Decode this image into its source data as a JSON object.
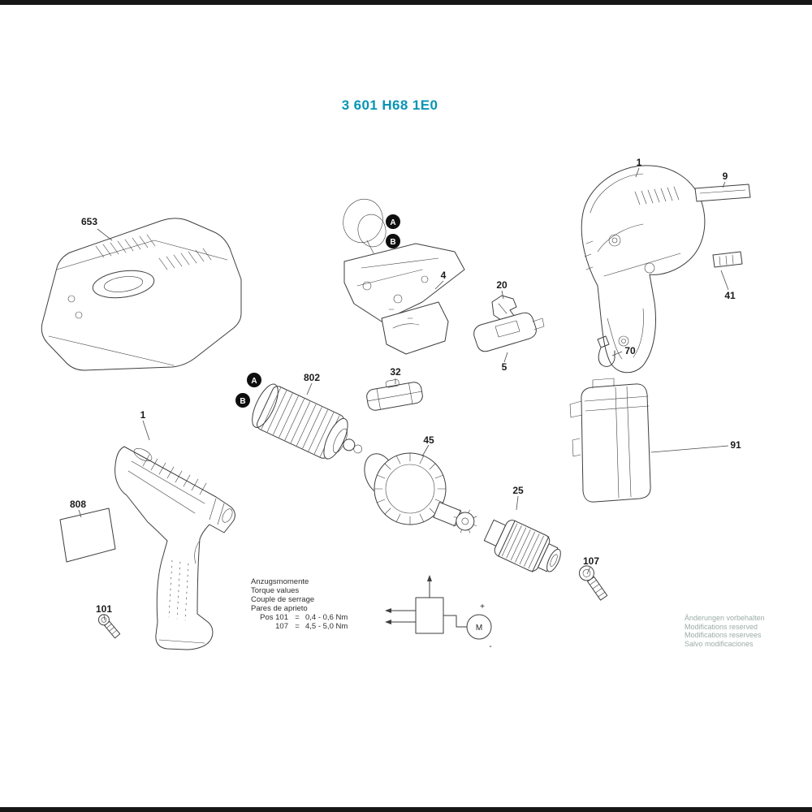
{
  "title": "3 601 H68 1E0",
  "parts": {
    "charger": "653",
    "housing_shell": "1",
    "info_label": "9",
    "type_plate": "41",
    "belt_hook": "70",
    "battery_pack": "91",
    "switch_assembly": "4",
    "spring_clip": "20",
    "slide_switch": "5",
    "contact_plate": "32",
    "motor": "802",
    "gear_train": "45",
    "drill_chuck": "25",
    "chuck_screw": "107",
    "drill_housing": "1",
    "warning_label": "808",
    "housing_screw": "101"
  },
  "callouts": {
    "a": "A",
    "b": "B"
  },
  "torque_table": {
    "heading_de": "Anzugsmomente",
    "heading_en": "Torque values",
    "heading_fr": "Couple de serrage",
    "heading_es": "Pares de aprieto",
    "rows": [
      {
        "pos": "Pos 101",
        "eq": "=",
        "value": "0,4 - 0,6 Nm"
      },
      {
        "pos": "107",
        "eq": "=",
        "value": "4,5 - 5,0 Nm"
      }
    ]
  },
  "schematic": {
    "motor_label": "M",
    "plus": "+",
    "minus": "-"
  },
  "footer_notice": {
    "de": "Änderungen vorbehalten",
    "en": "Modifications reserved",
    "fr": "Modifications reservees",
    "es": "Salvo modificaciones"
  }
}
